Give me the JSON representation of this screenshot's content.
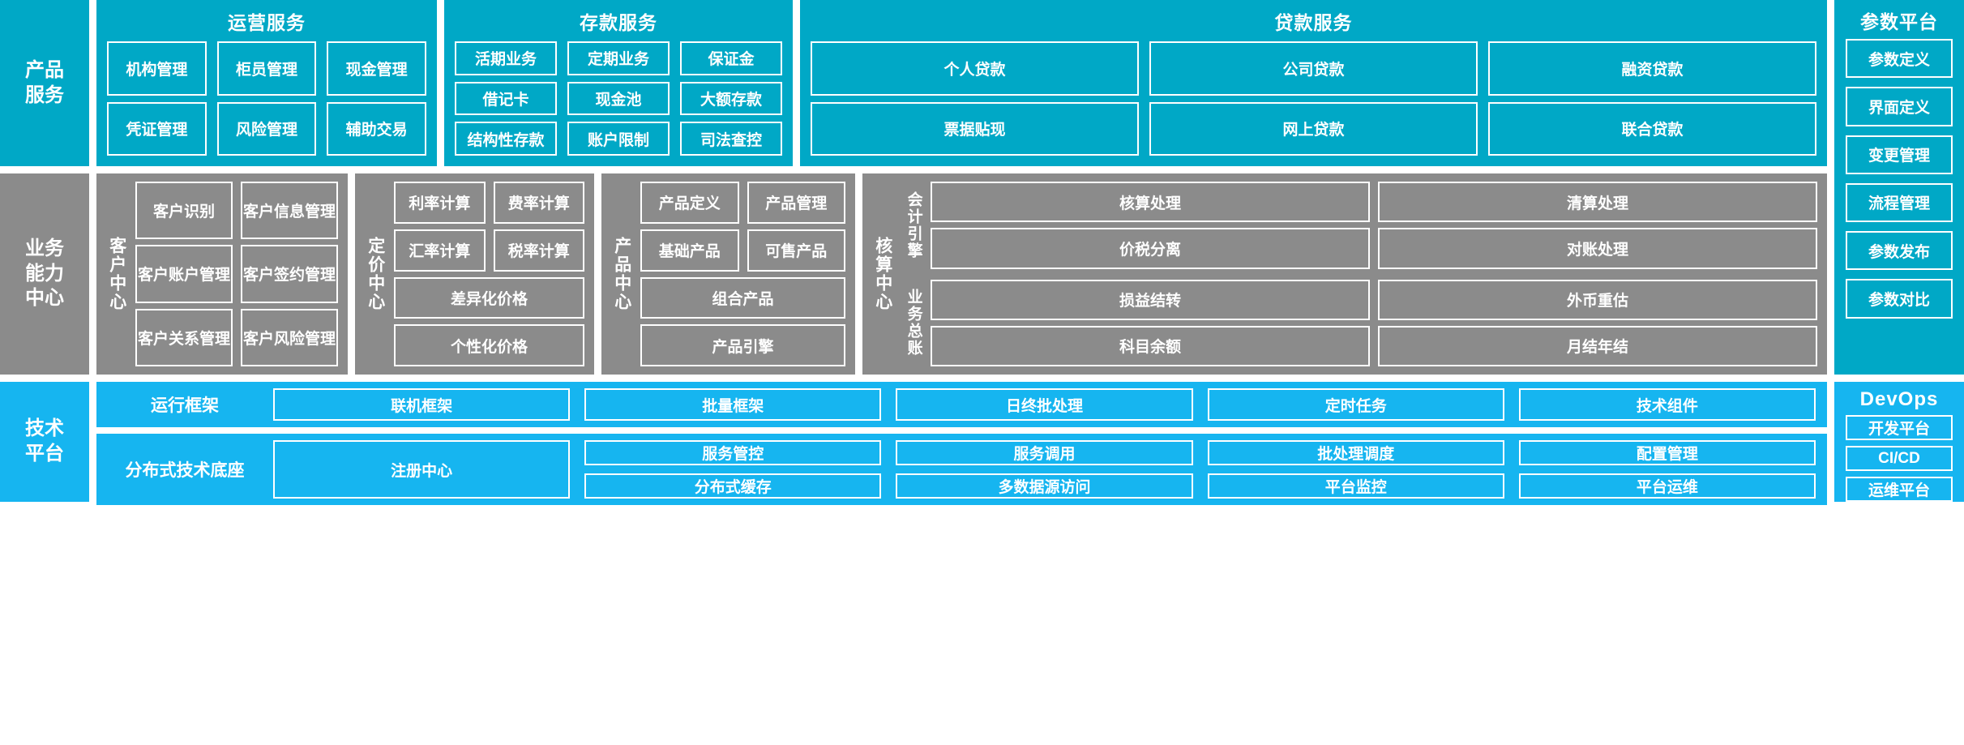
{
  "theme": {
    "cyan": "#00a8c6",
    "gray": "#8b8b8b",
    "blue": "#16b5f0",
    "tile_border": "#ffffff",
    "text": "#ffffff"
  },
  "rows": {
    "product_service": {
      "rail_label": "产品\n服务",
      "groups": [
        {
          "title": "运营服务",
          "tiles": [
            "机构管理",
            "柜员管理",
            "现金管理",
            "凭证管理",
            "风险管理",
            "辅助交易"
          ]
        },
        {
          "title": "存款服务",
          "tiles": [
            "活期业务",
            "定期业务",
            "保证金",
            "借记卡",
            "现金池",
            "大额存款",
            "结构性存款",
            "账户限制",
            "司法查控"
          ]
        },
        {
          "title": "贷款服务",
          "tiles": [
            "个人贷款",
            "公司贷款",
            "融资贷款",
            "票据贴现",
            "网上贷款",
            "联合贷款"
          ]
        }
      ],
      "param_platform": {
        "title": "参数平台",
        "tiles": [
          "参数定义",
          "界面定义",
          "变更管理",
          "流程管理",
          "参数发布",
          "参数对比"
        ]
      }
    },
    "business_capability": {
      "rail_label": "业务\n能力\n中心",
      "centers": [
        {
          "label": "客户中心",
          "tiles": [
            "客户识别",
            "客户信息管理",
            "客户账户管理",
            "客户签约管理",
            "客户关系管理",
            "客户风险管理"
          ]
        },
        {
          "label": "定价中心",
          "tiles": [
            "利率计算",
            "费率计算",
            "汇率计算",
            "税率计算"
          ],
          "wide_tiles": [
            "差异化价格",
            "个性化价格"
          ]
        },
        {
          "label": "产品中心",
          "tiles": [
            "产品定义",
            "产品管理",
            "基础产品",
            "可售产品"
          ],
          "wide_tiles": [
            "组合产品",
            "产品引擎"
          ]
        },
        {
          "label": "核算中心",
          "subgroups": [
            {
              "label": "会计引擎",
              "tiles": [
                "核算处理",
                "清算处理",
                "价税分离",
                "对账处理"
              ]
            },
            {
              "label": "业务总账",
              "tiles": [
                "损益结转",
                "外币重估",
                "科目余额",
                "月结年结"
              ]
            }
          ]
        }
      ]
    },
    "technical_platform": {
      "rail_label": "技术\n平台",
      "bands": [
        {
          "label": "运行框架",
          "tiles": [
            "联机框架",
            "批量框架",
            "日终批处理",
            "定时任务",
            "技术组件"
          ]
        },
        {
          "label": "分布式技术底座",
          "registry_tile": "注册中心",
          "tiles_row1": [
            "服务管控",
            "服务调用",
            "批处理调度",
            "配置管理"
          ],
          "tiles_row2": [
            "分布式缓存",
            "多数据源访问",
            "平台监控",
            "平台运维"
          ]
        }
      ],
      "devops": {
        "title": "DevOps",
        "tiles": [
          "开发平台",
          "CI/CD",
          "运维平台"
        ]
      }
    }
  }
}
